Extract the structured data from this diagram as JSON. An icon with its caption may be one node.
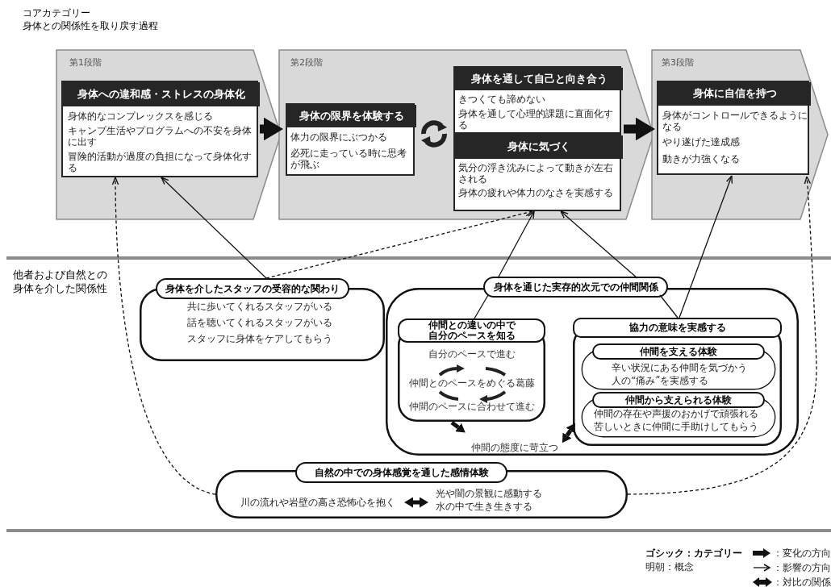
{
  "diagram": {
    "title": "コアカテゴリー",
    "nodes": [
      {
        "text": [
          "第1段階"
        ]
      },
      {
        "text": [
          "身体への違和感・ストレスの身体化",
          "身体的なコンプレックスを感じる",
          "キャンプ生活やプログラムへの不安を身体に出す",
          "冒険的活動が過度の負担になって身体化する"
        ],
        "in": 0
      },
      {
        "text": [
          "第2段階"
        ]
      },
      {
        "text": [
          "身体の限界を体験する",
          "体力の限界にぶつかる",
          "必死に走っている時に思考が飛ぶ"
        ],
        "in": 2
      },
      {
        "text": [
          "身体を通して自己と向き合う",
          "きつくても諦めない",
          "身体を通して心理的課題に直面化する"
        ],
        "in": 2
      },
      {
        "text": [
          "身体に気づく",
          "気分の浮き沈みによって動きが左右される",
          "身体の疲れや体力のなさを実感する"
        ],
        "in": 2
      },
      {
        "text": [
          "第3段階"
        ]
      },
      {
        "text": [
          "身体に自信を持つ",
          "身体がコントロールできるようになる",
          "やり遂げた達成感",
          "動きが力強くなる"
        ],
        "in": 6
      },
      {
        "text": [
          "身体を介したスタッフの受容的な関わり",
          "共に歩いてくれるスタッフがいる",
          "話を聴いてくれるスタッフがいる",
          "スタッフに身体をケアしてもらう"
        ]
      },
      {
        "text": [
          "身体を通じた実存的次元での仲間関係"
        ]
      },
      {
        "text": [
          "仲間との違いの中で自分のペースを知る",
          "自分のペースで進む",
          "仲間とのペースをめぐる葛藤",
          "仲間のペースに合わせて進む"
        ],
        "in": 9
      },
      {
        "text": [
          "仲間の態度に苛立つ"
        ],
        "in": 9
      },
      {
        "text": [
          "協力の意味を実感する"
        ],
        "in": 9
      },
      {
        "text": [
          "仲間を支える体験",
          "辛い状況にある仲間を気づかう",
          "人の“痛み”を実感する"
        ],
        "in": 12
      },
      {
        "text": [
          "仲間から支えられる体験",
          "仲間の存在や声援のおかげで頑張れる",
          "苦しいときに仲間に手助けしてもらう"
        ],
        "in": 12
      },
      {
        "text": [
          "自然の中での身体感覚を通した感情体験"
        ]
      },
      {
        "text": [
          "川の流れや岩壁の高さ恐怖心を抱く"
        ],
        "in": 15
      },
      {
        "text": [
          "光や闇の景観に感動する",
          "水の中で生き生きする"
        ],
        "in": 15
      }
    ],
    "edges": [
      {
        "from": 1,
        "to": 3,
        "arrow": "to",
        "style": "thick"
      },
      {
        "from": 4,
        "to": 7,
        "arrow": "to",
        "style": "thick"
      },
      {
        "from": 8,
        "to": 1,
        "arrow": "to"
      },
      {
        "from": 8,
        "to": 5,
        "arrow": "to",
        "style": "dashed"
      },
      {
        "from": 9,
        "to": 5,
        "arrow": "to"
      },
      {
        "from": 9,
        "to": 5,
        "arrow": "to"
      },
      {
        "from": 9,
        "to": 10,
        "arrow": "none"
      },
      {
        "from": 9,
        "to": 12,
        "arrow": "none"
      },
      {
        "from": 12,
        "to": 7,
        "arrow": "to"
      },
      {
        "from": 10,
        "to": 11,
        "arrow": "to",
        "style": "thick"
      },
      {
        "from": 11,
        "to": 12,
        "arrow": "both",
        "style": "thick"
      },
      {
        "from": 15,
        "to": 1,
        "arrow": "to",
        "style": "dashed"
      },
      {
        "from": 15,
        "to": 7,
        "arrow": "to",
        "style": "dashed"
      },
      {
        "from": 16,
        "to": 17,
        "arrow": "both",
        "style": "thick"
      }
    ],
    "labels": [
      "身体との関係性を取り戻す過程",
      "他者および自然との身体を介した関係性",
      "ゴシック：カテゴリー",
      "明朝：概念"
    ],
    "legend": [
      {
        "text": "：変化の方向"
      },
      {
        "text": "：影響の方向"
      },
      {
        "text": "：対比の関係"
      }
    ]
  }
}
